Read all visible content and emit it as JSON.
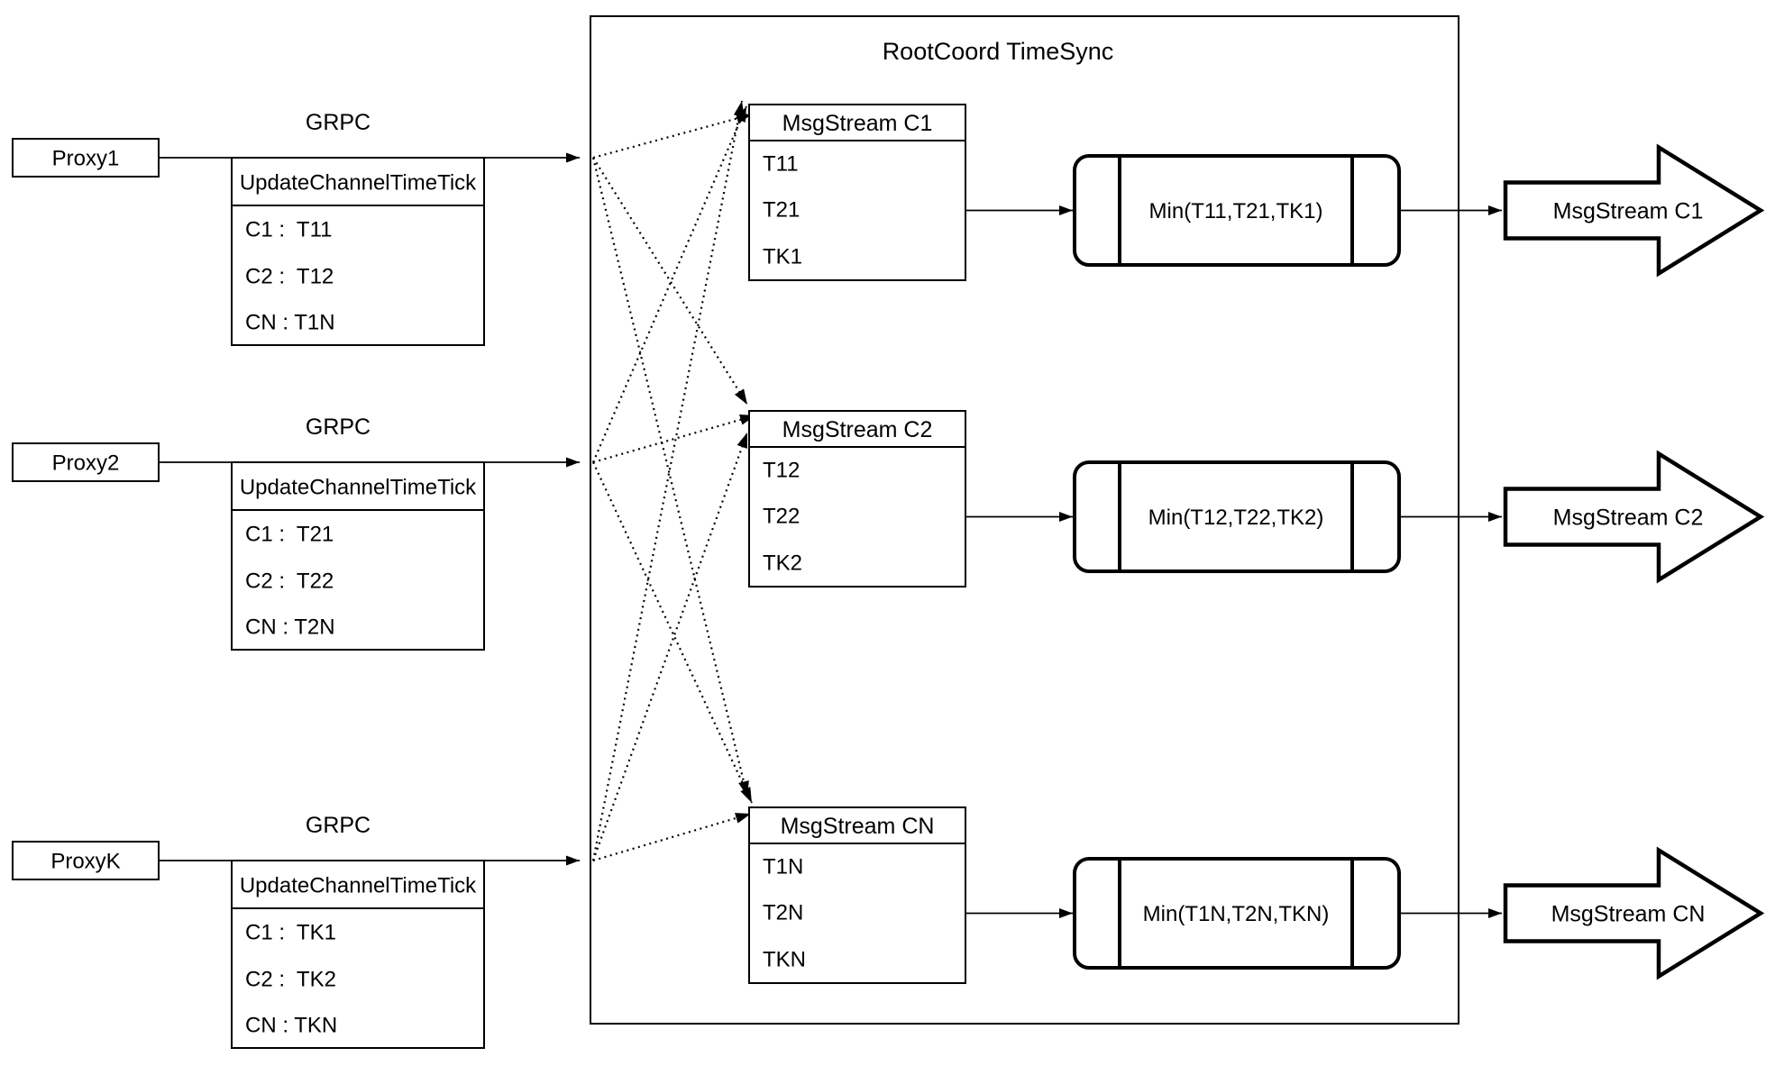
{
  "diagram": {
    "title": "RootCoord TimeSync",
    "grpc_label": "GRPC",
    "colors": {
      "stroke": "#000000",
      "background": "#ffffff"
    },
    "proxies": [
      {
        "label": "Proxy1",
        "table": {
          "header": "UpdateChannelTimeTick",
          "rows": [
            "C1 :  T11",
            "C2 :  T12",
            "CN : T1N"
          ]
        }
      },
      {
        "label": "Proxy2",
        "table": {
          "header": "UpdateChannelTimeTick",
          "rows": [
            "C1 :  T21",
            "C2 :  T22",
            "CN : T2N"
          ]
        }
      },
      {
        "label": "ProxyK",
        "table": {
          "header": "UpdateChannelTimeTick",
          "rows": [
            "C1 :  TK1",
            "C2 :  TK2",
            "CN : TKN"
          ]
        }
      }
    ],
    "streams": [
      {
        "collector": {
          "header": "MsgStream C1",
          "rows": [
            "T11",
            "T21",
            "TK1"
          ]
        },
        "min_label": "Min(T11,T21,TK1)",
        "output_label": "MsgStream C1"
      },
      {
        "collector": {
          "header": "MsgStream C2",
          "rows": [
            "T12",
            "T22",
            "TK2"
          ]
        },
        "min_label": "Min(T12,T22,TK2)",
        "output_label": "MsgStream C2"
      },
      {
        "collector": {
          "header": "MsgStream CN",
          "rows": [
            "T1N",
            "T2N",
            "TKN"
          ]
        },
        "min_label": "Min(T1N,T2N,TKN)",
        "output_label": "MsgStream CN"
      }
    ]
  }
}
